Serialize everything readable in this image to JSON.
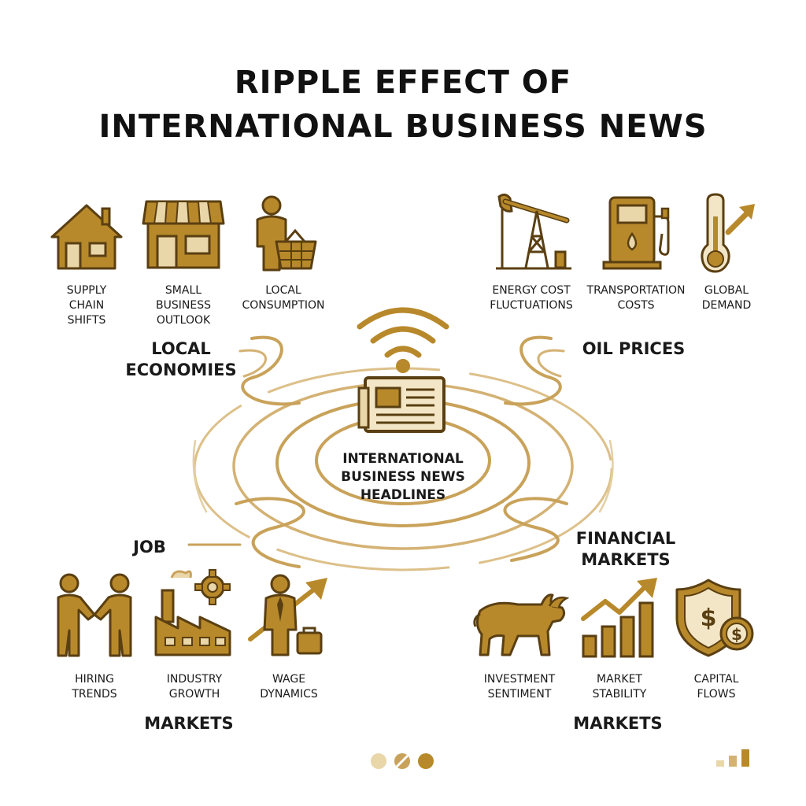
{
  "title": {
    "line1": "RIPPLE EFFECT OF",
    "line2": "INTERNATIONAL BUSINESS NEWS"
  },
  "colors": {
    "gold": "#B8892B",
    "gold_light": "#E9D6A9",
    "outline": "#5A3F12",
    "text": "#1a1a1a"
  },
  "center": {
    "icon": "newspaper-broadcast-icon",
    "line1": "INTERNATIONAL",
    "line2": "BUSINESS NEWS",
    "line3": "HEADLINES"
  },
  "groups": {
    "local_economies": {
      "line1": "LOCAL",
      "line2": "ECONOMIES"
    },
    "oil_prices": {
      "line1": "OIL PRICES"
    },
    "job_markets": {
      "line1": "JOB",
      "line2": "MARKETS"
    },
    "financial_markets": {
      "line1": "FINANCIAL",
      "line2": "MARKETS",
      "line3": "MARKETS"
    }
  },
  "items": {
    "supply_chain": {
      "icon": "house-icon",
      "line1": "SUPPLY",
      "line2": "CHAIN",
      "line3": "SHIFTS"
    },
    "small_business": {
      "icon": "storefront-icon",
      "line1": "SMALL",
      "line2": "BUSINESS",
      "line3": "OUTLOOK"
    },
    "local_consumption": {
      "icon": "shopper-basket-icon",
      "line1": "LOCAL",
      "line2": "CONSUMPTION"
    },
    "energy_cost": {
      "icon": "oil-pump-jack-icon",
      "line1": "ENERGY COST",
      "line2": "FLUCTUATIONS"
    },
    "transportation": {
      "icon": "fuel-pump-icon",
      "line1": "TRANSPORTATION",
      "line2": "COSTS"
    },
    "global_demand": {
      "icon": "thermometer-rising-icon",
      "line1": "GLOBAL",
      "line2": "DEMAND"
    },
    "hiring": {
      "icon": "handshake-icon",
      "line1": "HIRING",
      "line2": "TRENDS"
    },
    "industry": {
      "icon": "factory-gear-icon",
      "line1": "INDUSTRY",
      "line2": "GROWTH"
    },
    "wage": {
      "icon": "businessman-rising-icon",
      "line1": "WAGE",
      "line2": "DYNAMICS"
    },
    "investment": {
      "icon": "bull-icon",
      "line1": "INVESTMENT",
      "line2": "SENTIMENT"
    },
    "market_stability": {
      "icon": "bar-chart-rising-icon",
      "line1": "MARKET",
      "line2": "STABILITY"
    },
    "capital_flows": {
      "icon": "shield-dollar-icon",
      "line1": "CAPITAL",
      "line2": "FLOWS"
    }
  },
  "footer": {
    "dots_icon": "pagination-dots-icon",
    "bars_icon": "signal-bars-icon"
  }
}
